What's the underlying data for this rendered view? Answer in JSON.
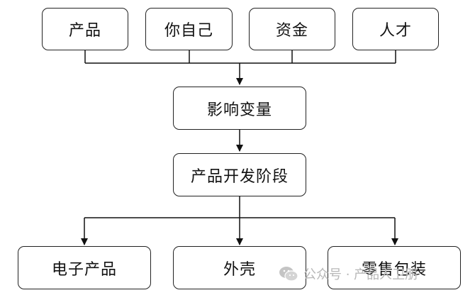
{
  "diagram": {
    "inputs": [
      {
        "label": "产品"
      },
      {
        "label": "你自己"
      },
      {
        "label": "资金"
      },
      {
        "label": "人才"
      }
    ],
    "middle": [
      {
        "label": "影响变量"
      },
      {
        "label": "产品开发阶段"
      }
    ],
    "outputs": [
      {
        "label": "电子产品"
      },
      {
        "label": "外壳"
      },
      {
        "label": "零售包装"
      }
    ]
  },
  "watermark": {
    "text": "公众号 · 产品人卫朋",
    "icon": "wechat-icon"
  }
}
